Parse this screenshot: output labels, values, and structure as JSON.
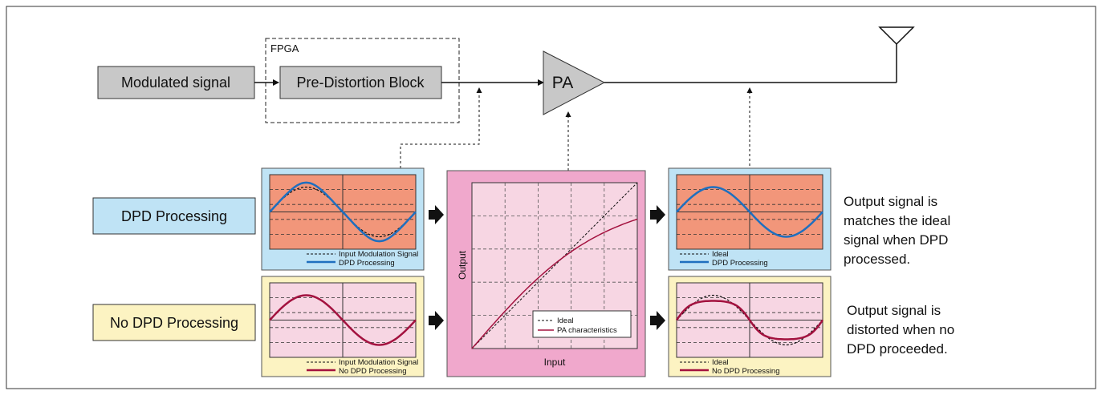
{
  "blocks": {
    "modulated_signal": "Modulated signal",
    "fpga": "FPGA",
    "pre_distortion": "Pre-Distortion Block",
    "pa": "PA"
  },
  "rows": {
    "dpd": "DPD Processing",
    "no_dpd": "No DPD Processing"
  },
  "panels": {
    "input_dpd": {
      "legend": [
        "Input Modulation Signal",
        "DPD Processing"
      ]
    },
    "input_no_dpd": {
      "legend": [
        "Input Modulation Signal",
        "No DPD Processing"
      ]
    },
    "output_dpd": {
      "legend": [
        "Ideal",
        "DPD Processing"
      ]
    },
    "output_no_dpd": {
      "legend": [
        "Ideal",
        "No DPD Processing"
      ]
    }
  },
  "pa_chart": {
    "xlabel": "Input",
    "ylabel": "Output",
    "legend": [
      "Ideal",
      "PA characteristics"
    ]
  },
  "notes": {
    "dpd": [
      "Output signal is",
      "matches the ideal",
      "signal when DPD",
      "processed."
    ],
    "no_dpd": [
      "Output signal is",
      "distorted when no",
      "DPD proceeded."
    ]
  },
  "colors": {
    "dpd_bg": "#bfe3f5",
    "no_dpd_bg": "#fcf3c2",
    "orange_plot": "#f2967a",
    "pink_plot": "#f7d6e3",
    "pa_bg": "#f0a8cc",
    "blue_curve": "#1f6fbf",
    "red_curve": "#a3123f",
    "block_gray": "#c8c8c8"
  }
}
